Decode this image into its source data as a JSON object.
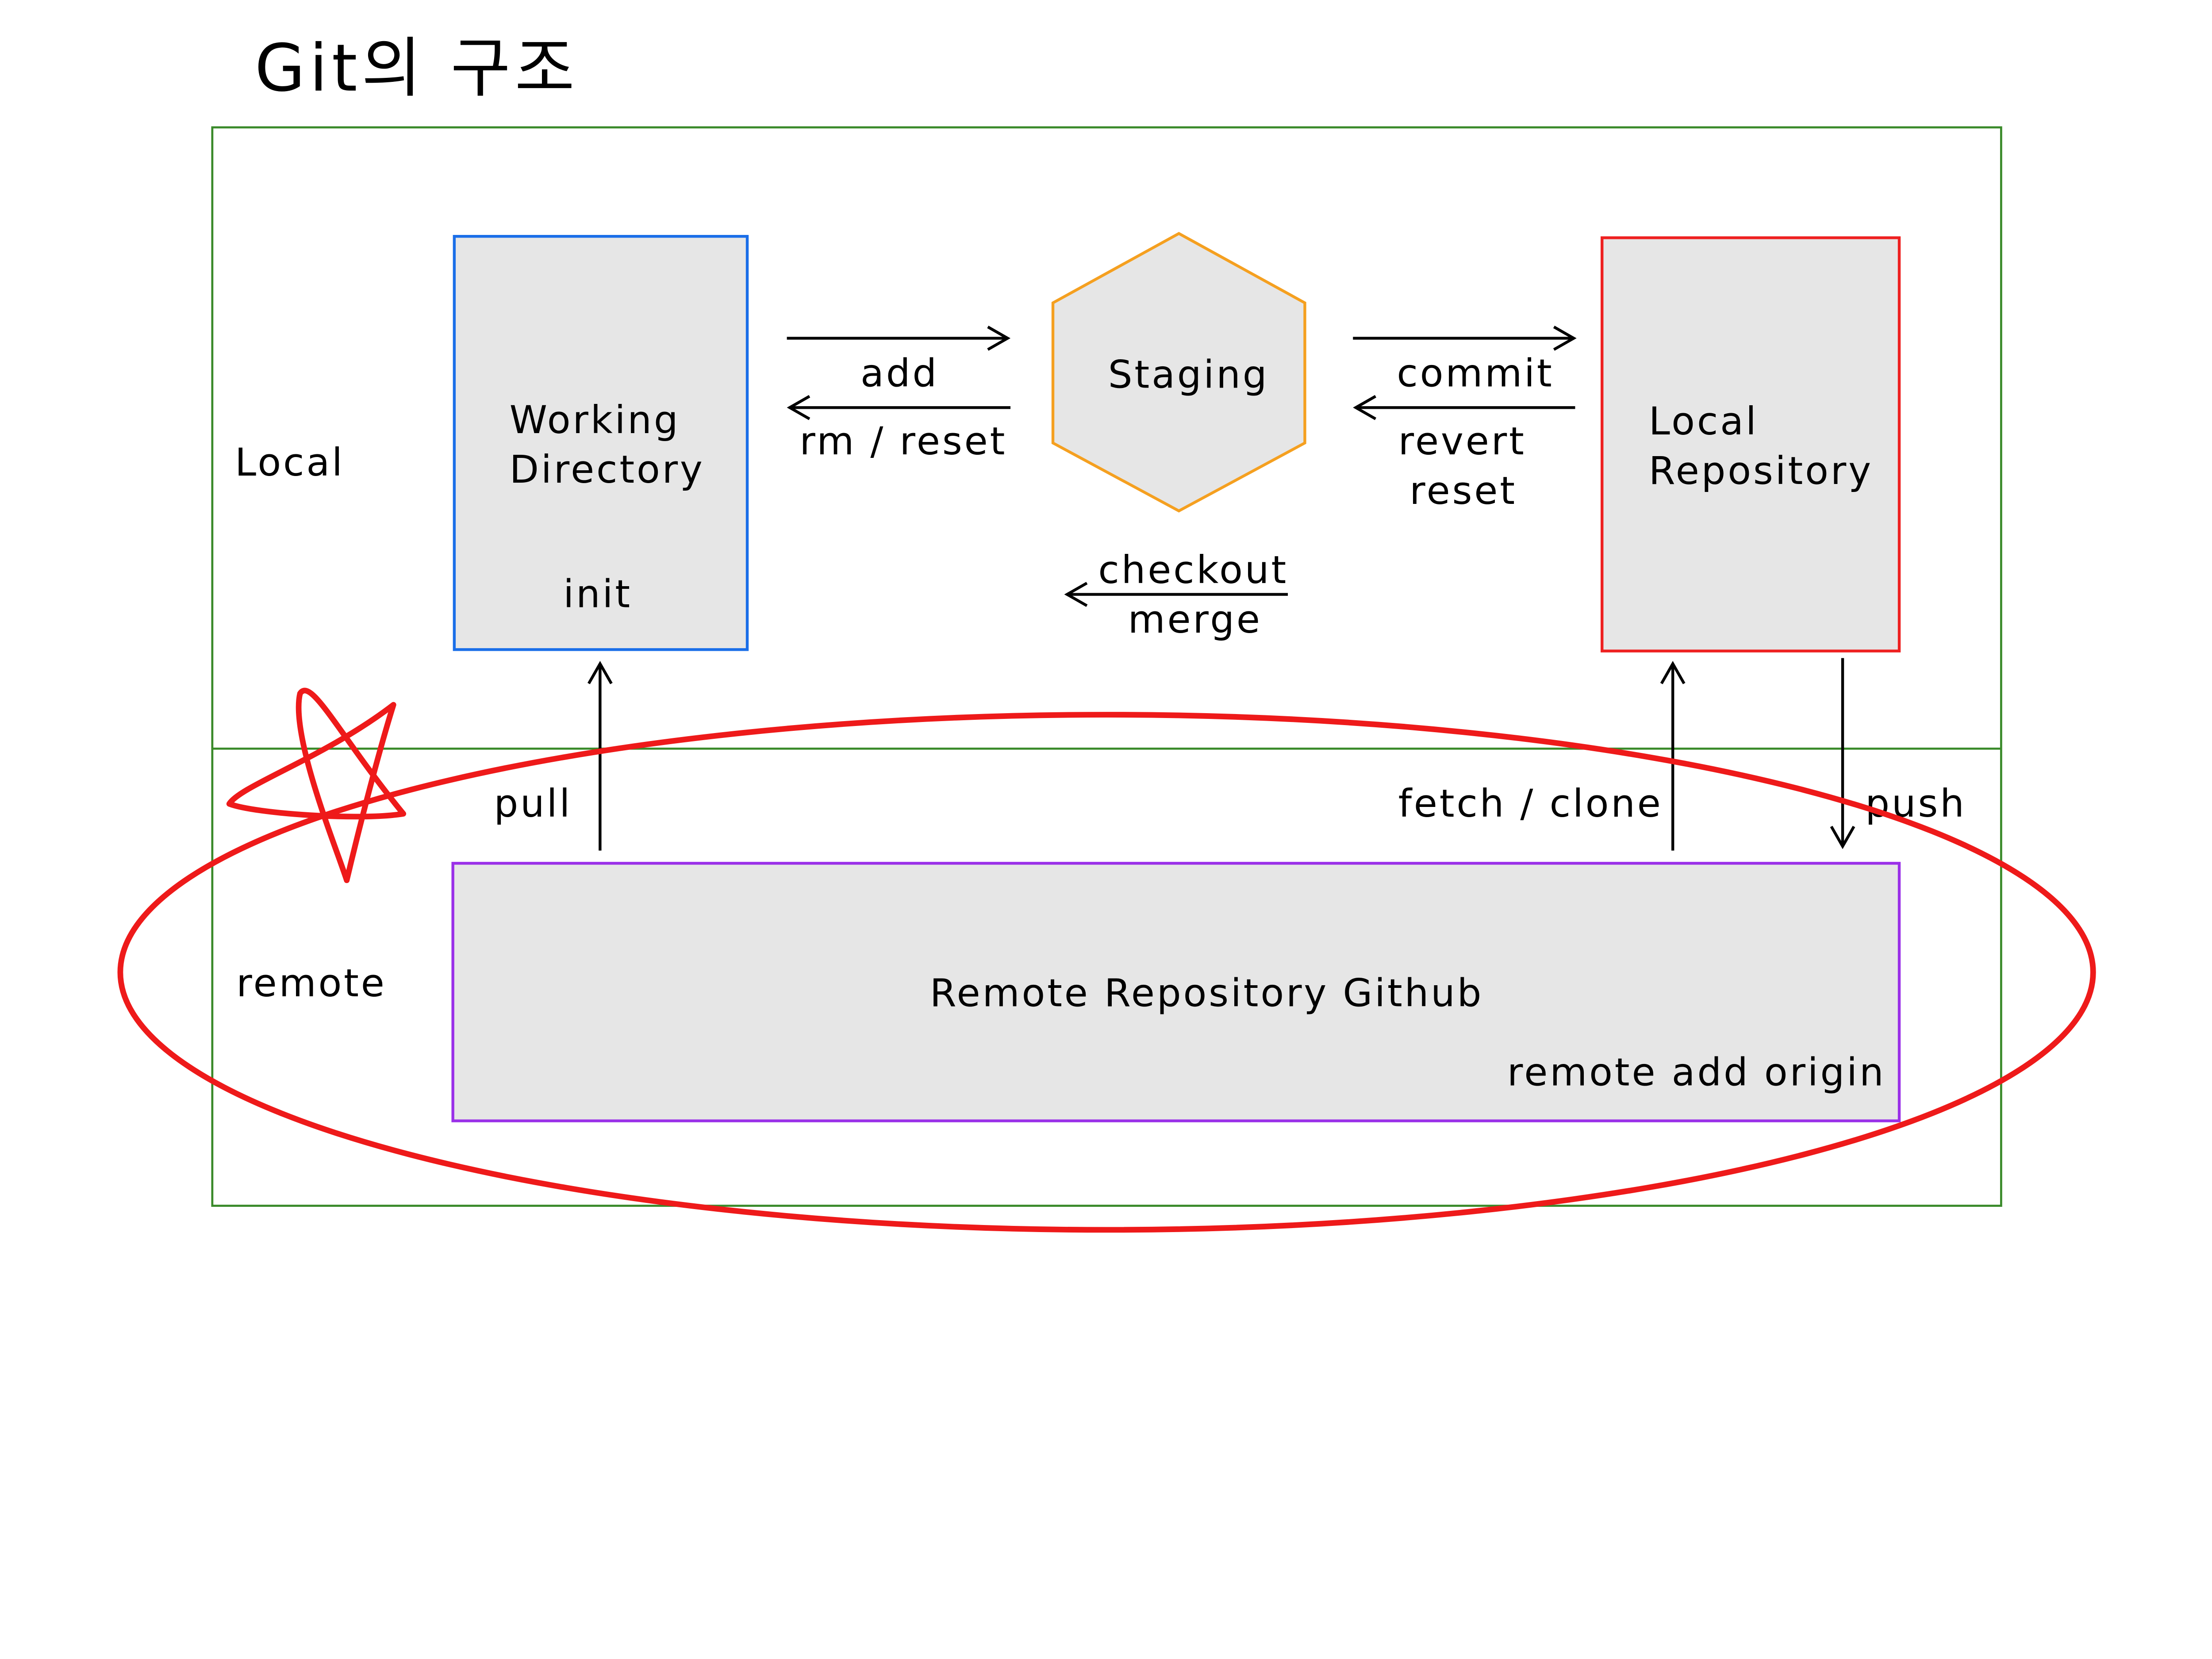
{
  "title": "Git의 구조",
  "regions": {
    "local": "Local",
    "remote": "remote"
  },
  "working_directory": {
    "line1": "Working",
    "line2": "Directory",
    "command": "init",
    "border_color": "#1a6ee8"
  },
  "staging": {
    "label": "Staging",
    "border_color": "#f5a020"
  },
  "local_repository": {
    "line1": "Local",
    "line2": "Repository",
    "border_color": "#ee2020"
  },
  "remote_repository": {
    "label": "Remote Repository Github",
    "command": "remote add origin",
    "border_color": "#9a30e8"
  },
  "arrows": {
    "add": "add",
    "rm_reset": "rm / reset",
    "commit": "commit",
    "revert": "revert",
    "reset": "reset",
    "checkout": "checkout",
    "merge": "merge",
    "pull": "pull",
    "fetch_clone": "fetch / clone",
    "push": "push"
  },
  "colors": {
    "frame": "#3a8a2a",
    "box_fill": "#e6e6e6",
    "annotation": "#ee1a1a"
  }
}
